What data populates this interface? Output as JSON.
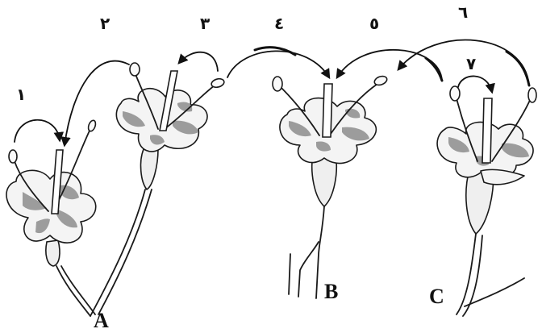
{
  "figure": {
    "plant_labels": {
      "A": "A",
      "B": "B",
      "C": "C"
    },
    "arrow_numbers": [
      "١",
      "٢",
      "٣",
      "٤",
      "٥",
      "٦",
      "٧"
    ]
  }
}
